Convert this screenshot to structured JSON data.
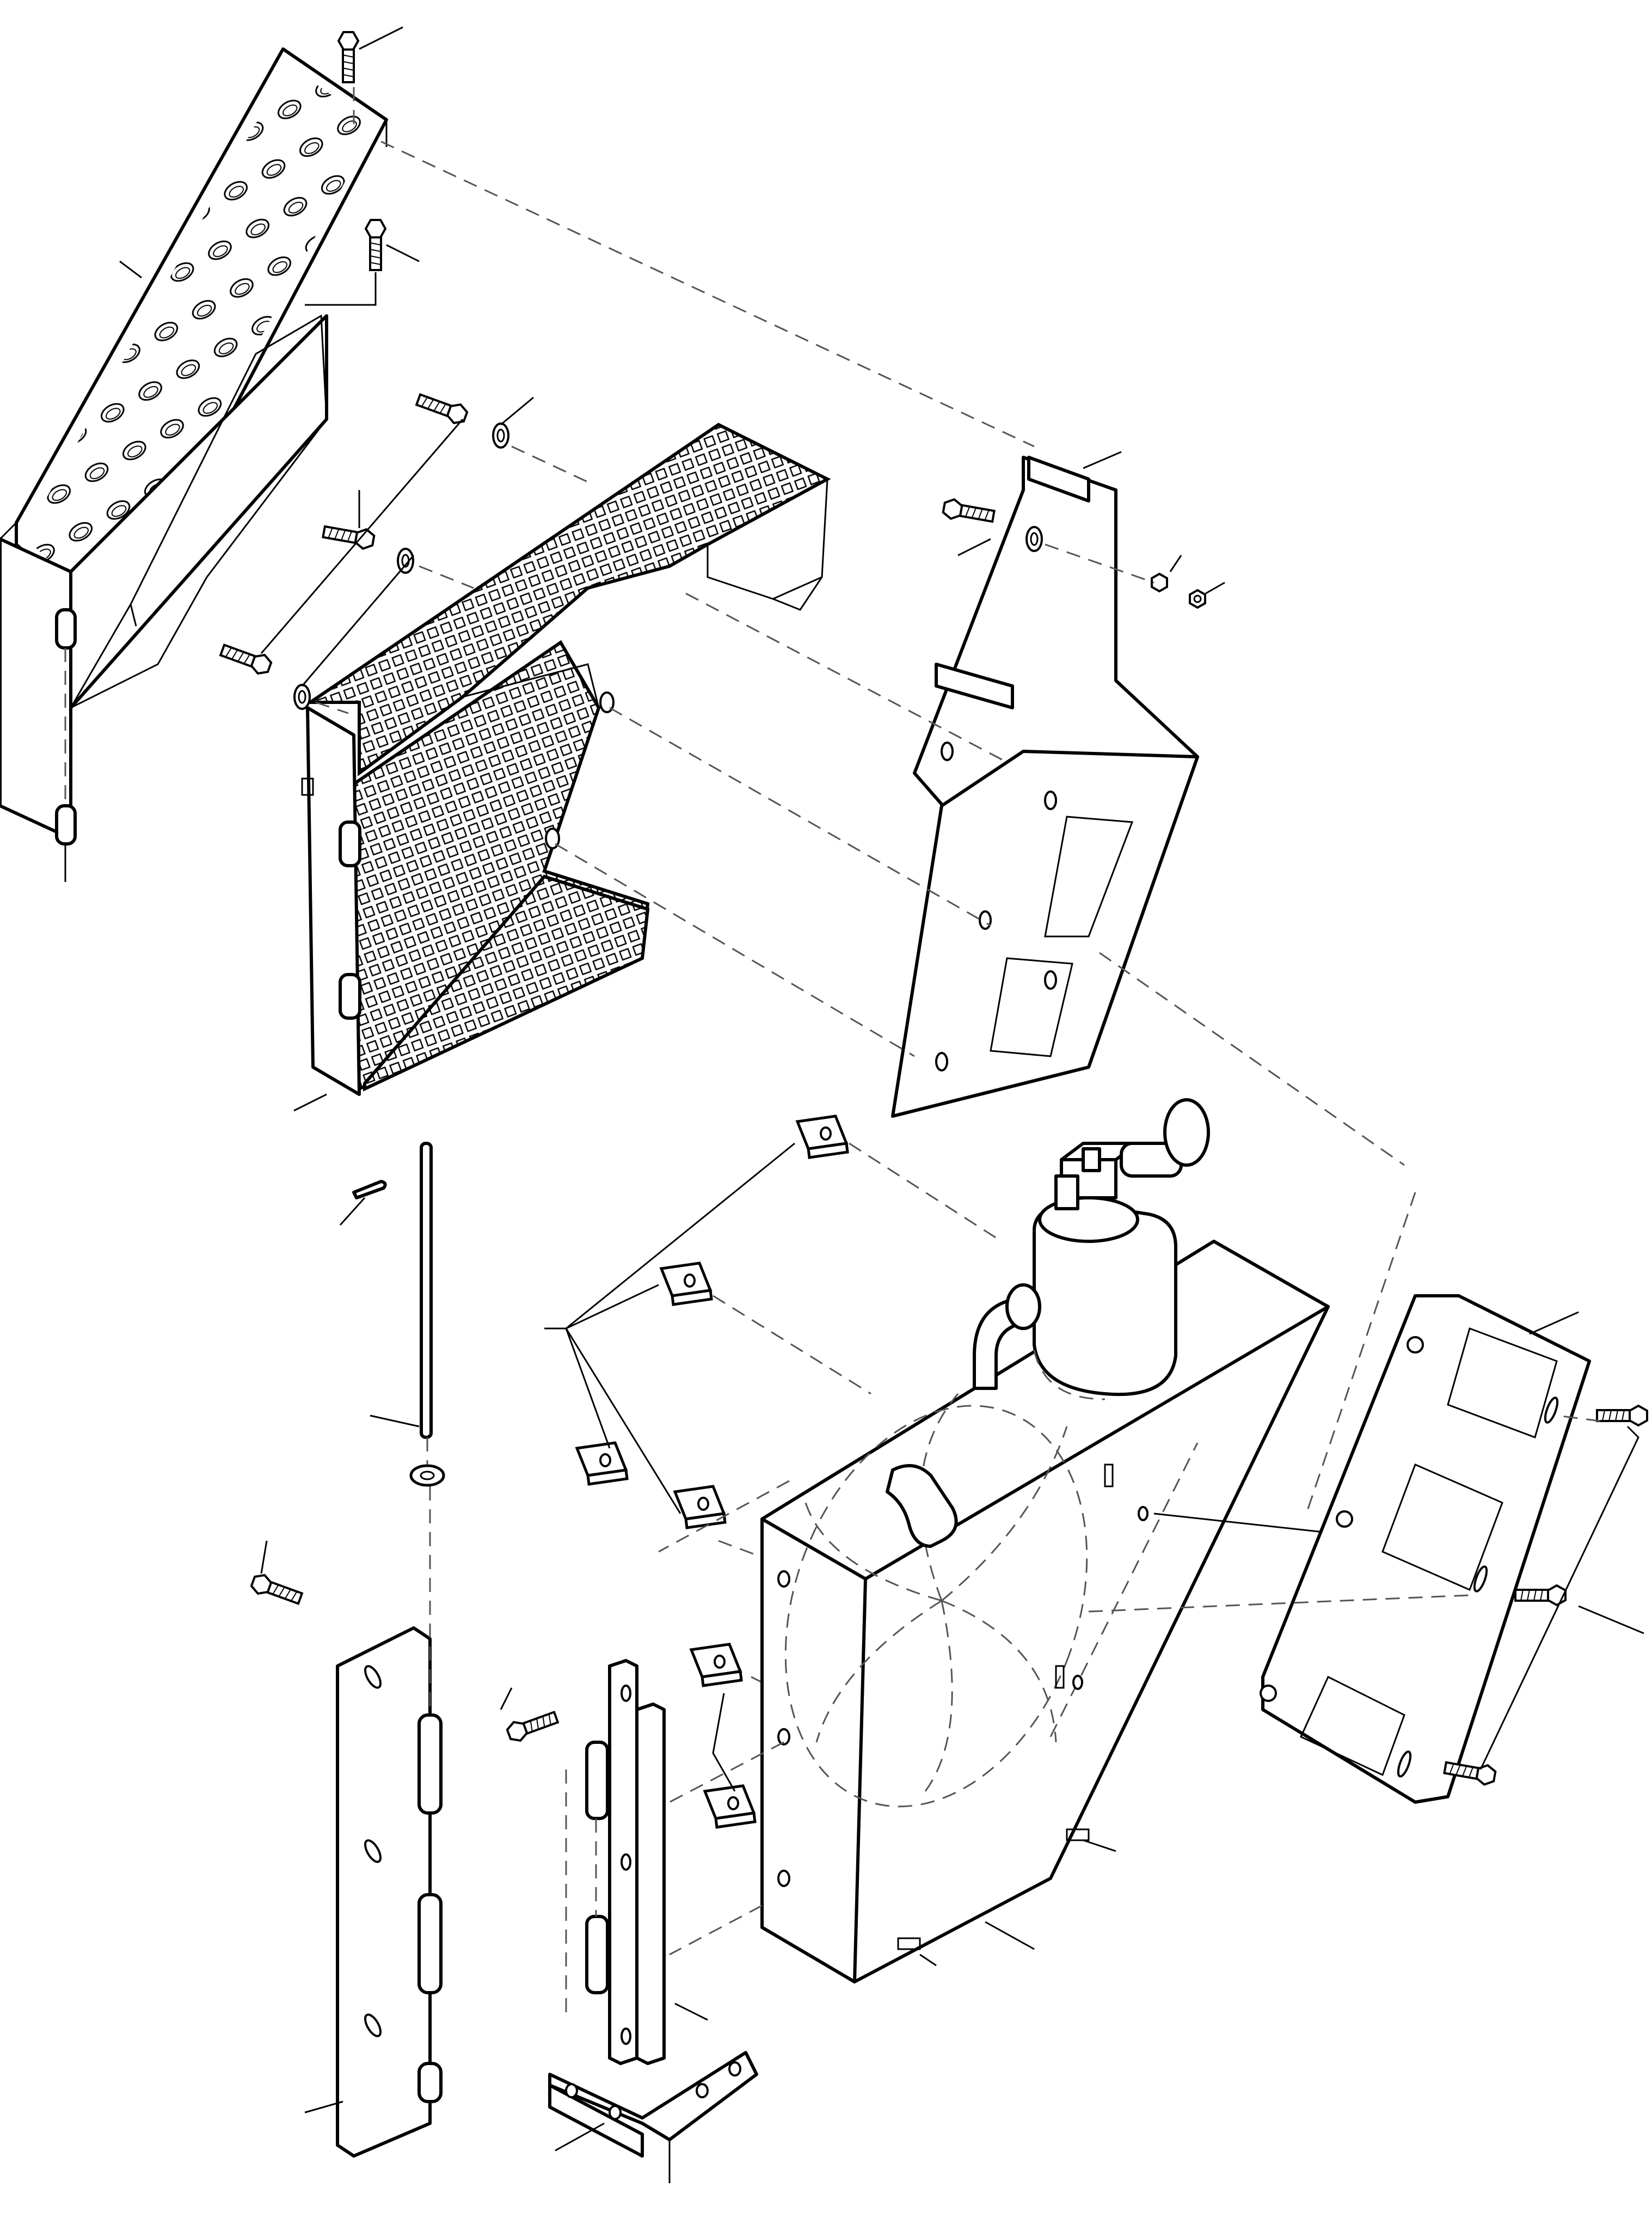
{
  "figure": {
    "type": "exploded-parts-diagram",
    "line_color": "#000000",
    "background": "#ffffff"
  },
  "parts": [
    {
      "id": "perforated-step-panel",
      "icon": "perforated-step-icon"
    },
    {
      "id": "mesh-step-bracket",
      "icon": "mesh-bracket-icon"
    },
    {
      "id": "mounting-plate-upper",
      "icon": "mounting-plate-icon"
    },
    {
      "id": "hinge-pin-rod",
      "icon": "rod-icon"
    },
    {
      "id": "hinge-plate-left",
      "icon": "hinge-plate-icon"
    },
    {
      "id": "hinge-plate-right",
      "icon": "hinge-plate-icon"
    },
    {
      "id": "angle-bracket",
      "icon": "angle-bracket-icon"
    },
    {
      "id": "condenser-fan-housing",
      "icon": "fan-housing-icon"
    },
    {
      "id": "receiver-drier",
      "icon": "receiver-drier-icon"
    },
    {
      "id": "mounting-plate-right",
      "icon": "mounting-plate-icon"
    },
    {
      "id": "clip-nut",
      "icon": "clip-nut-icon"
    },
    {
      "id": "hex-bolt",
      "icon": "bolt-icon"
    },
    {
      "id": "flat-washer",
      "icon": "washer-icon"
    },
    {
      "id": "hex-nut",
      "icon": "nut-icon"
    },
    {
      "id": "cotter-pin",
      "icon": "cotter-pin-icon"
    }
  ]
}
